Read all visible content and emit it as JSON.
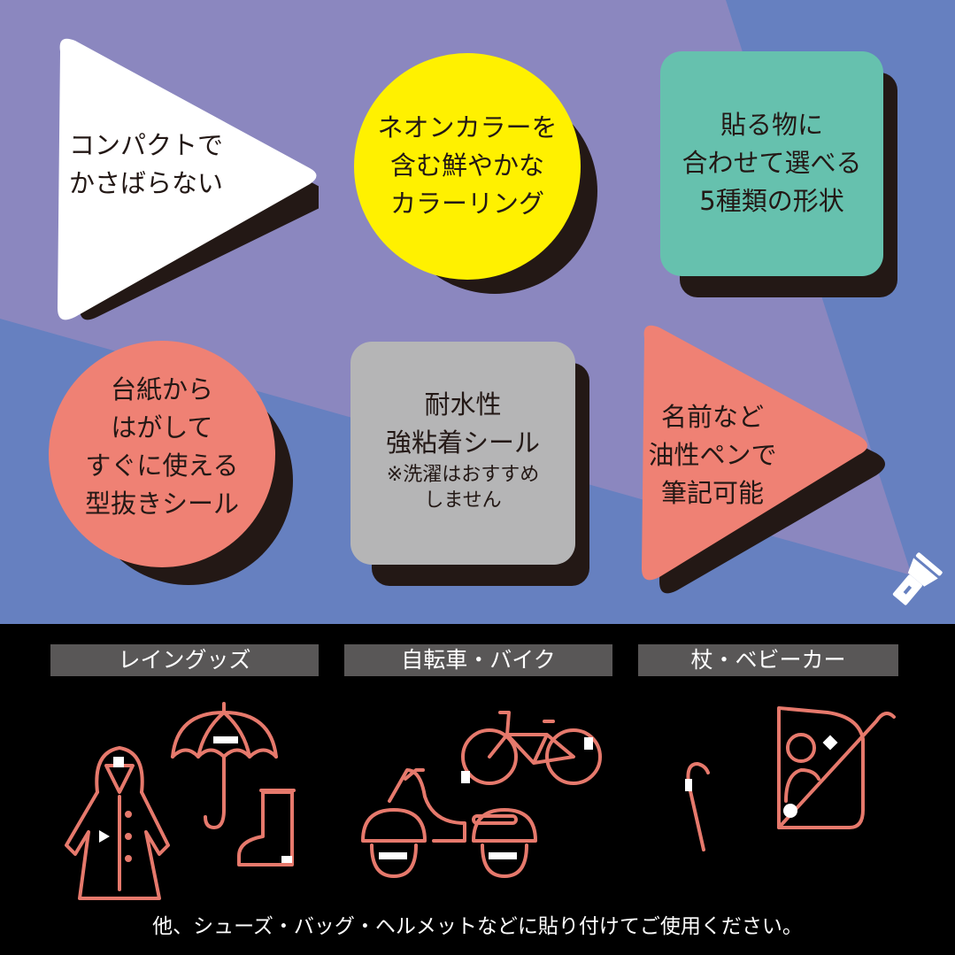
{
  "colors": {
    "bg_purple": "#8b87bf",
    "bg_blue": "#6680c0",
    "shadow": "#231815",
    "white": "#ffffff",
    "yellow": "#fff100",
    "teal": "#66c1ae",
    "salmon": "#ef8174",
    "gray": "#b5b5b6",
    "icon_stroke": "#e6796c",
    "category_bar": "#595757"
  },
  "features": [
    {
      "shape": "triangle",
      "color": "white",
      "lines": [
        "コンパクトで",
        "かさばらない"
      ]
    },
    {
      "shape": "circle",
      "color": "yellow",
      "lines": [
        "ネオンカラーを",
        "含む鮮やかな",
        "カラーリング"
      ]
    },
    {
      "shape": "rounded-square",
      "color": "teal",
      "lines": [
        "貼る物に",
        "合わせて選べる",
        "5種類の形状"
      ]
    },
    {
      "shape": "circle",
      "color": "salmon",
      "lines": [
        "台紙から",
        "はがして",
        "すぐに使える",
        "型抜きシール"
      ]
    },
    {
      "shape": "rounded-square",
      "color": "gray",
      "lines": [
        "耐水性",
        "強粘着シール"
      ],
      "note": [
        "※洗濯はおすすめ",
        "しません"
      ]
    },
    {
      "shape": "triangle",
      "color": "salmon",
      "lines": [
        "名前など",
        "油性ペンで",
        "筆記可能"
      ]
    }
  ],
  "categories": [
    {
      "label": "レイングッズ",
      "icons": [
        "raincoat-icon",
        "umbrella-icon",
        "rain-boot-icon"
      ]
    },
    {
      "label": "自転車・バイク",
      "icons": [
        "bicycle-icon",
        "scooter-icon"
      ]
    },
    {
      "label": "杖・ベビーカー",
      "icons": [
        "cane-icon",
        "stroller-icon"
      ]
    }
  ],
  "footer": "他、シューズ・バッグ・ヘルメットなどに貼り付けてご使用ください。",
  "decor": {
    "flashlight": "flashlight-icon"
  }
}
